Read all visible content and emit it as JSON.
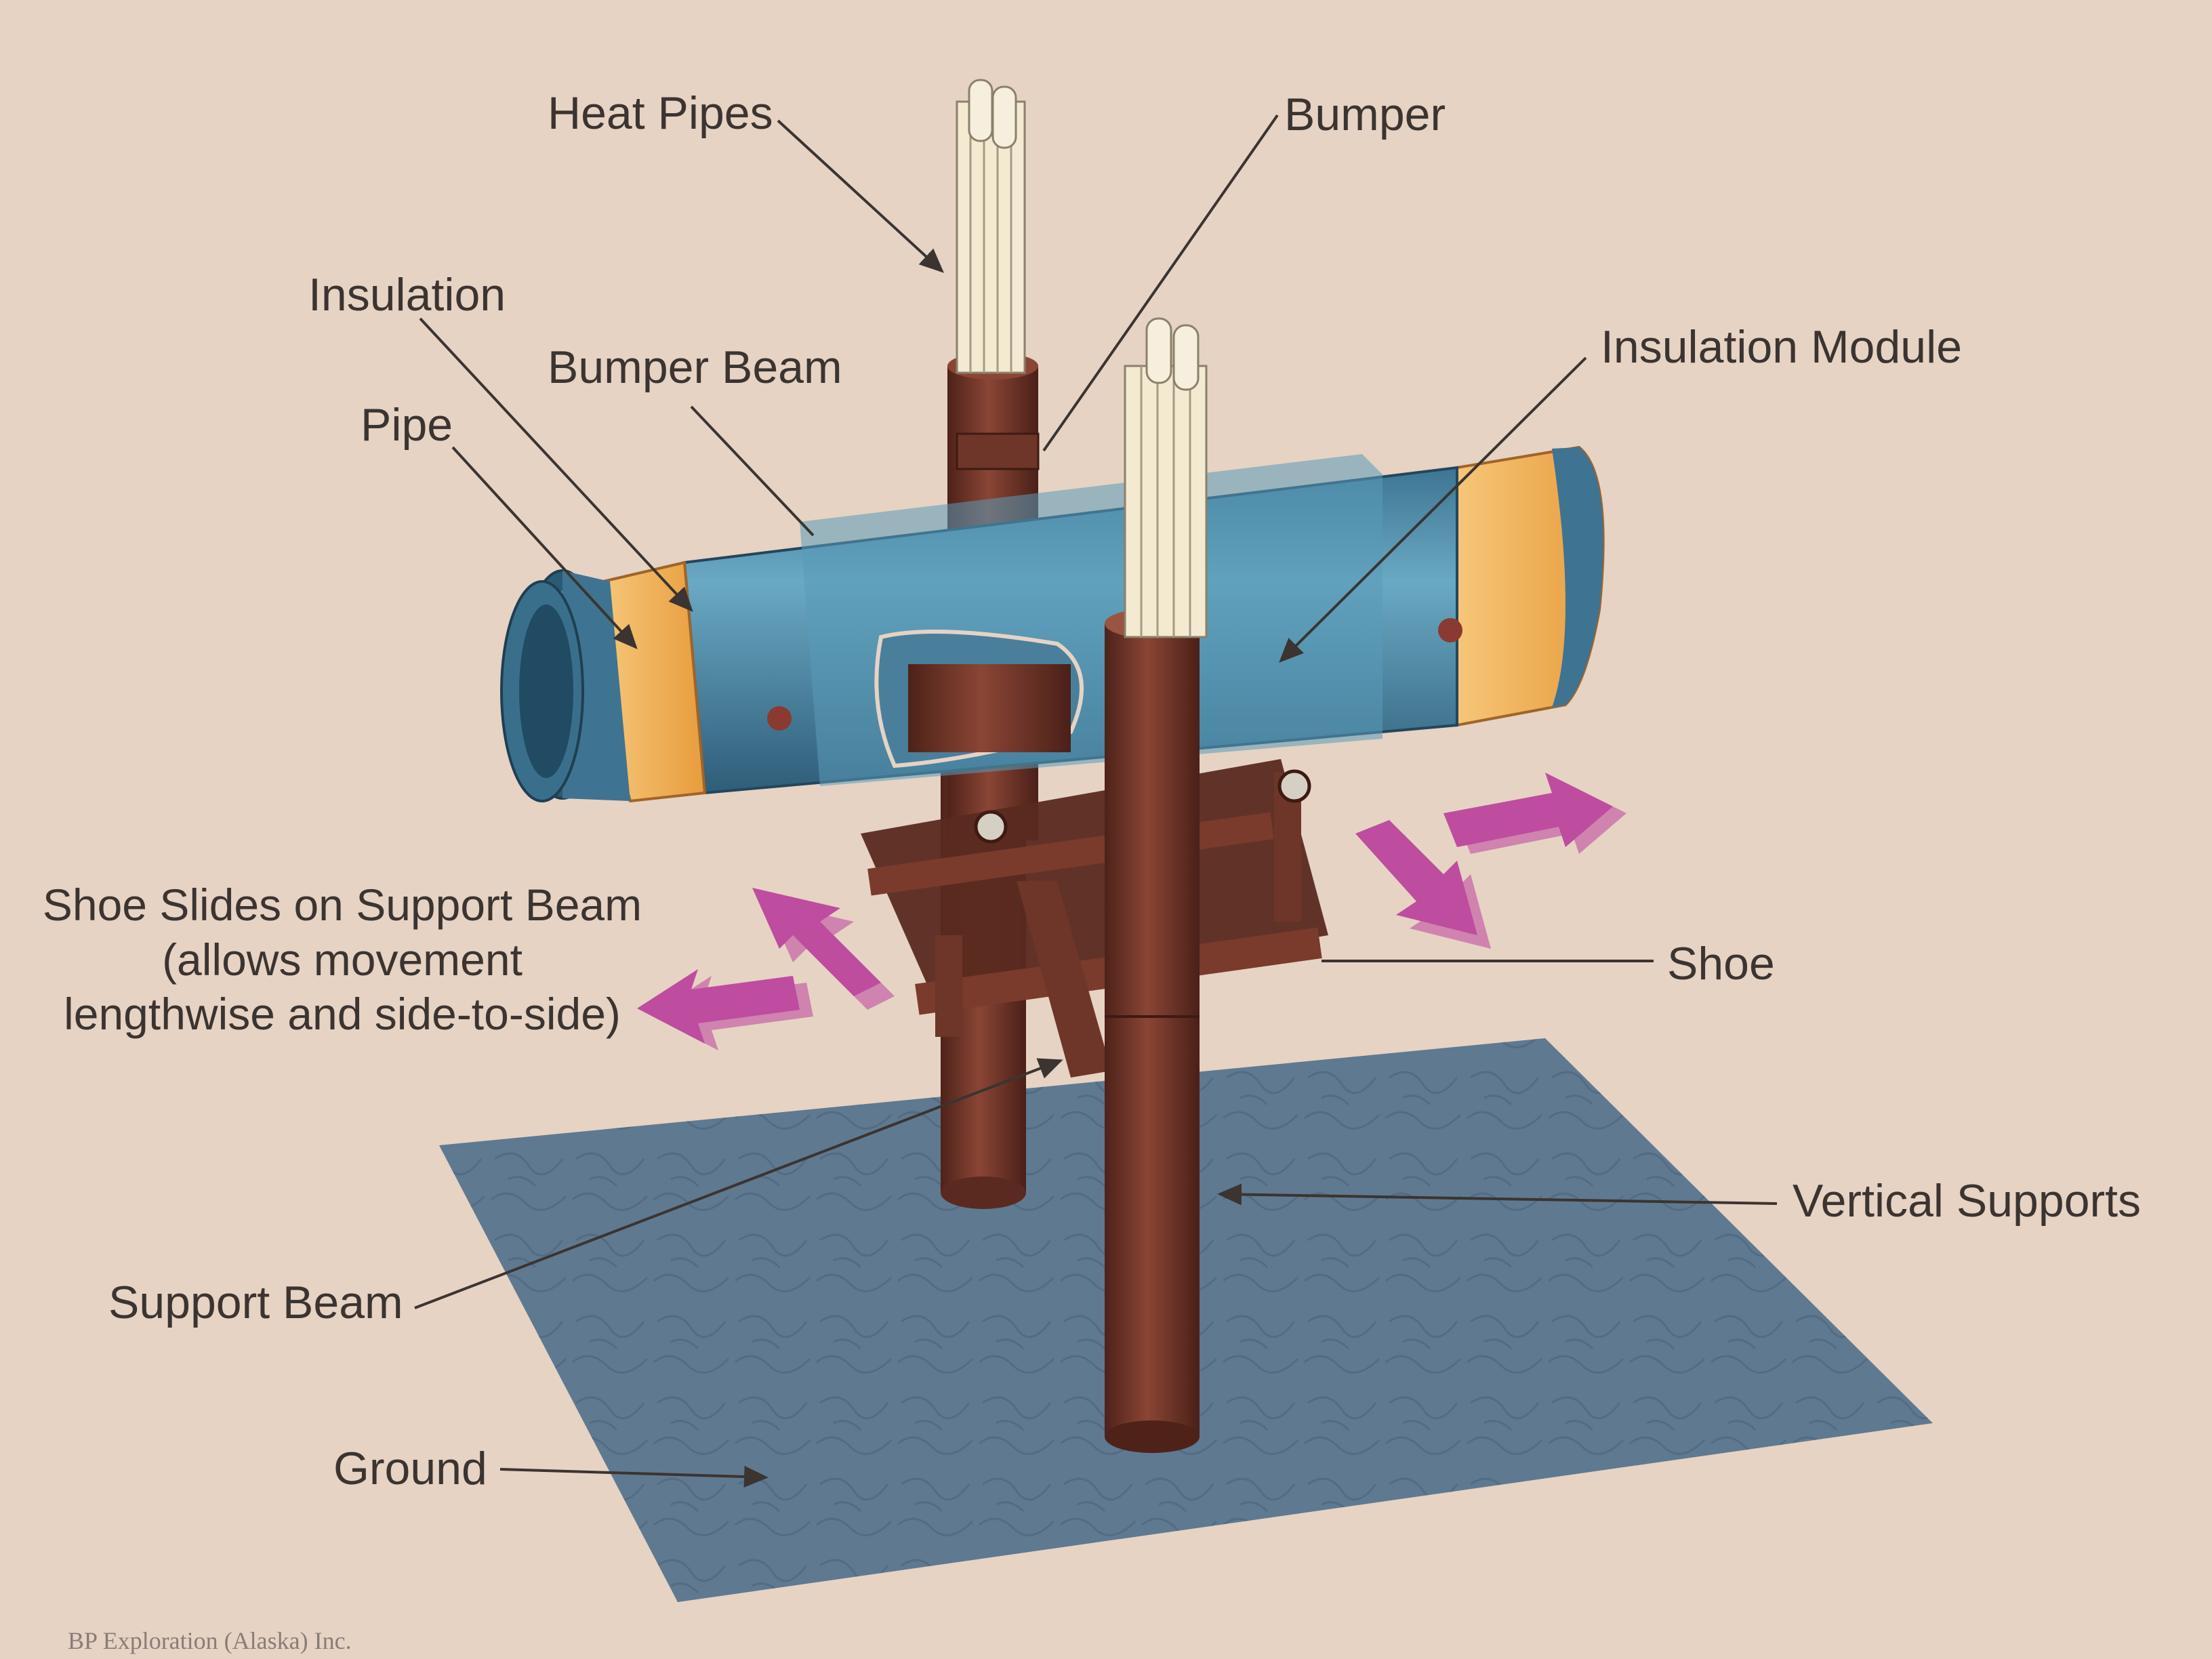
{
  "labels": {
    "heat_pipes": "Heat Pipes",
    "bumper": "Bumper",
    "insulation": "Insulation",
    "bumper_beam": "Bumper Beam",
    "insulation_module": "Insulation Module",
    "pipe": "Pipe",
    "shoe_slides": [
      "Shoe Slides on Support Beam",
      "(allows movement",
      "lengthwise and side-to-side)"
    ],
    "shoe": "Shoe",
    "vertical_supports": "Vertical Supports",
    "support_beam": "Support Beam",
    "ground": "Ground"
  },
  "credit": "BP Exploration (Alaska) Inc.",
  "colors": {
    "background": "#e6d3c4",
    "pipe_blue": "#4f8fae",
    "insulation_yellow": "#f0b155",
    "support_brown": "#6e3529",
    "ground_slate": "#5e7890",
    "motion_arrow_magenta": "#b8369a",
    "leader_line": "#3b3431"
  }
}
